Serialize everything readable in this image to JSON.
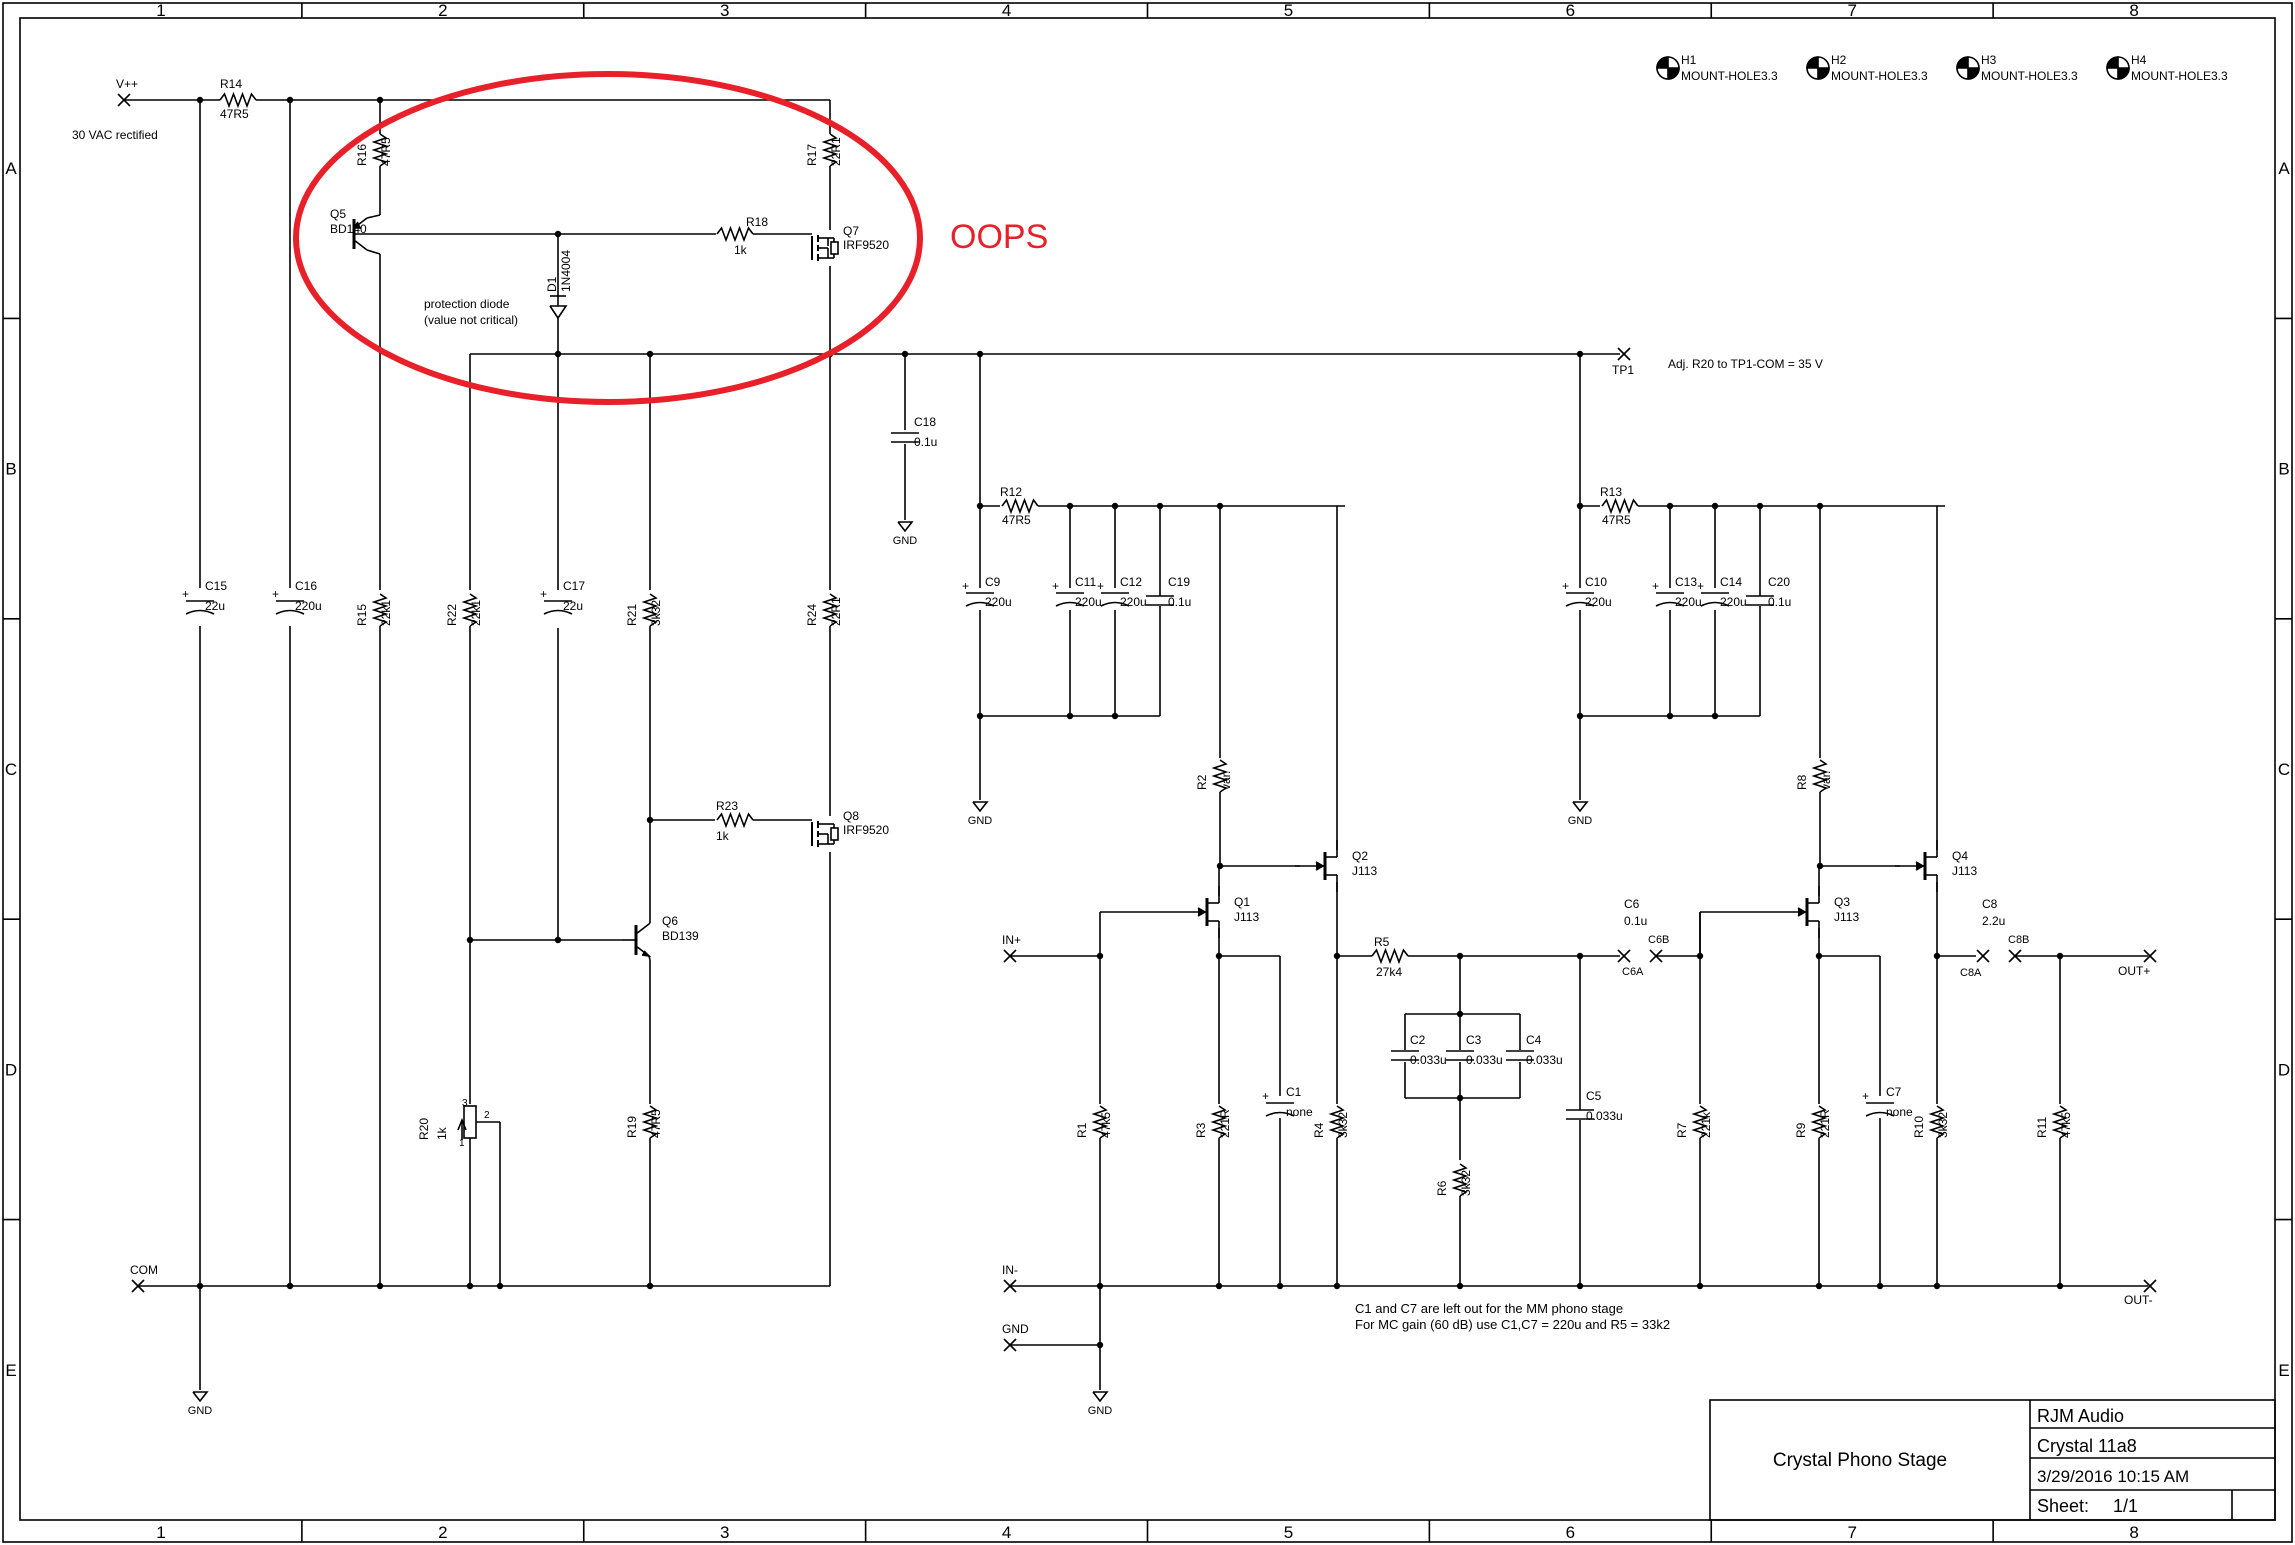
{
  "frame": {
    "columns": [
      "1",
      "2",
      "3",
      "4",
      "5",
      "6",
      "7",
      "8"
    ],
    "rows": [
      "A",
      "B",
      "C",
      "D",
      "E"
    ]
  },
  "mount_holes": [
    {
      "ref": "H1",
      "value": "MOUNT-HOLE3.3"
    },
    {
      "ref": "H2",
      "value": "MOUNT-HOLE3.3"
    },
    {
      "ref": "H3",
      "value": "MOUNT-HOLE3.3"
    },
    {
      "ref": "H4",
      "value": "MOUNT-HOLE3.3"
    }
  ],
  "resistors": [
    {
      "ref": "R14",
      "value": "47R5"
    },
    {
      "ref": "R16",
      "value": "47R5"
    },
    {
      "ref": "R17",
      "value": "22R1"
    },
    {
      "ref": "R18",
      "value": "1k"
    },
    {
      "ref": "R15",
      "value": "22k1"
    },
    {
      "ref": "R22",
      "value": "22k1"
    },
    {
      "ref": "R21",
      "value": "3k32"
    },
    {
      "ref": "R24",
      "value": "22R1"
    },
    {
      "ref": "R23",
      "value": "1k"
    },
    {
      "ref": "R19",
      "value": "47R5"
    },
    {
      "ref": "R12",
      "value": "47R5"
    },
    {
      "ref": "R13",
      "value": "47R5"
    },
    {
      "ref": "R2",
      "value": "var."
    },
    {
      "ref": "R8",
      "value": "var."
    },
    {
      "ref": "R5",
      "value": "27k4"
    },
    {
      "ref": "R1",
      "value": "47k5"
    },
    {
      "ref": "R3",
      "value": "221R"
    },
    {
      "ref": "R4",
      "value": "3k32"
    },
    {
      "ref": "R6",
      "value": "3k32"
    },
    {
      "ref": "R7",
      "value": "221k"
    },
    {
      "ref": "R9",
      "value": "221R"
    },
    {
      "ref": "R10",
      "value": "3k32"
    },
    {
      "ref": "R11",
      "value": "47k5"
    }
  ],
  "trimmer": {
    "ref": "R20",
    "value": "1k",
    "pin1": "1",
    "pin2": "2",
    "pin3": "3"
  },
  "capacitors": [
    {
      "ref": "C15",
      "value": "22u",
      "polar": true
    },
    {
      "ref": "C16",
      "value": "220u",
      "polar": true
    },
    {
      "ref": "C17",
      "value": "22u",
      "polar": true
    },
    {
      "ref": "C18",
      "value": "0.1u",
      "polar": false
    },
    {
      "ref": "C9",
      "value": "220u",
      "polar": true
    },
    {
      "ref": "C11",
      "value": "220u",
      "polar": true
    },
    {
      "ref": "C12",
      "value": "220u",
      "polar": true
    },
    {
      "ref": "C19",
      "value": "0.1u",
      "polar": false
    },
    {
      "ref": "C10",
      "value": "220u",
      "polar": true
    },
    {
      "ref": "C13",
      "value": "220u",
      "polar": true
    },
    {
      "ref": "C14",
      "value": "220u",
      "polar": true
    },
    {
      "ref": "C20",
      "value": "0.1u",
      "polar": false
    },
    {
      "ref": "C1",
      "value": "none",
      "polar": true
    },
    {
      "ref": "C7",
      "value": "none",
      "polar": true
    },
    {
      "ref": "C2",
      "value": "0.033u",
      "polar": false
    },
    {
      "ref": "C3",
      "value": "0.033u",
      "polar": false
    },
    {
      "ref": "C4",
      "value": "0.033u",
      "polar": false
    },
    {
      "ref": "C5",
      "value": "0.033u",
      "polar": false
    }
  ],
  "transistors": [
    {
      "ref": "Q5",
      "value": "BD140",
      "kind": "pnp"
    },
    {
      "ref": "Q6",
      "value": "BD139",
      "kind": "npn"
    },
    {
      "ref": "Q7",
      "value": "IRF9520",
      "kind": "pmos"
    },
    {
      "ref": "Q8",
      "value": "IRF9520",
      "kind": "pmos"
    },
    {
      "ref": "Q1",
      "value": "J113",
      "kind": "jfet"
    },
    {
      "ref": "Q2",
      "value": "J113",
      "kind": "jfet"
    },
    {
      "ref": "Q3",
      "value": "J113",
      "kind": "jfet"
    },
    {
      "ref": "Q4",
      "value": "J113",
      "kind": "jfet"
    }
  ],
  "diode": {
    "ref": "D1",
    "value": "1N4004",
    "note_line1": "protection diode",
    "note_line2": "(value not critical)"
  },
  "connectors": {
    "vpp": "V++",
    "vpp_note": "30 VAC rectified",
    "com": "COM",
    "tp1": "TP1",
    "in_plus": "IN+",
    "in_minus": "IN-",
    "gnd_in": "GND",
    "out_plus": "OUT+",
    "out_minus": "OUT-",
    "c6_ref": "C6",
    "c6_value": "0.1u",
    "c6a": "C6A",
    "c6b": "C6B",
    "c8_ref": "C8",
    "c8_value": "2.2u",
    "c8a": "C8A",
    "c8b": "C8B"
  },
  "gnd_label": "GND",
  "notes": {
    "adjust": "Adj. R20 to TP1-COM = 35 V",
    "mc_line1": "C1 and C7 are left out for the MM phono stage",
    "mc_line2": "For MC gain (60 dB) use C1,C7 = 220u and R5 = 33k2"
  },
  "annotation": {
    "text": "OOPS",
    "color": "#e8202a"
  },
  "title_block": {
    "title": "Crystal Phono Stage",
    "company": "RJM Audio",
    "drawing": "Crystal 11a8",
    "date": "3/29/2016 10:15 AM",
    "sheet_label": "Sheet:",
    "sheet_value": "1/1"
  }
}
